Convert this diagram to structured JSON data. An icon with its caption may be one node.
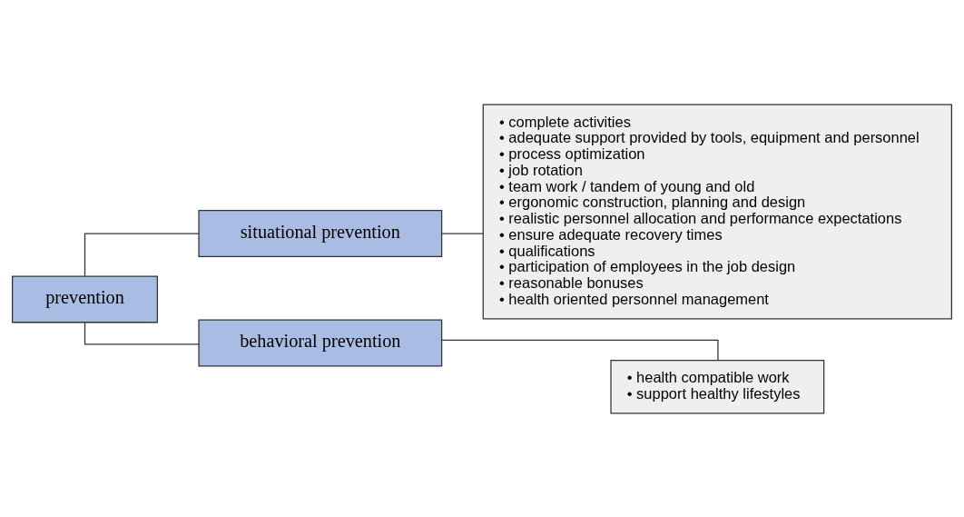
{
  "diagram": {
    "nodes": [
      {
        "text": [
          "prevention"
        ]
      },
      {
        "text": [
          "situational prevention"
        ]
      },
      {
        "text": [
          "• complete activities",
          "• adequate support provided by tools, equipment and personnel",
          "• process optimization",
          "• job rotation",
          "• team work / tandem of young and old",
          "• ergonomic construction, planning and design",
          "• realistic personnel allocation and performance expectations",
          "• ensure adequate recovery times",
          "• qualifications",
          "• participation of employees in the job design",
          "• reasonable bonuses",
          "• health oriented personnel management"
        ]
      },
      {
        "text": [
          "behavioral prevention"
        ]
      },
      {
        "text": [
          "• health compatible work",
          "• support healthy lifestyles"
        ]
      }
    ],
    "edges": [
      {
        "from": 0,
        "to": 1,
        "arrow": "none"
      },
      {
        "from": 0,
        "to": 3,
        "arrow": "none"
      },
      {
        "from": 1,
        "to": 2,
        "arrow": "none"
      },
      {
        "from": 3,
        "to": 4,
        "arrow": "none"
      }
    ]
  }
}
